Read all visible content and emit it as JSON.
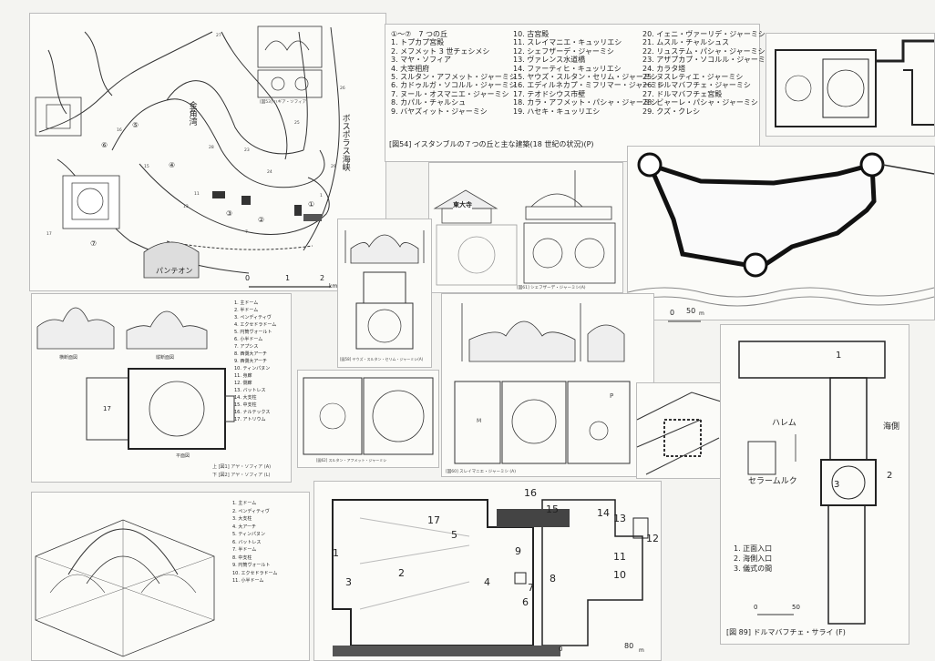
{
  "map": {
    "caption": "[図54] イスタンブルの７つの丘と主な建築(18 世紀の状況)(P)",
    "inset_caption": "[図53] ハギア・ソフィア",
    "label_golden_horn": "金角湾",
    "label_bosphorus": "ボスポラス海峡",
    "label_pantheon": "パンテオン",
    "scale": [
      "0",
      "1",
      "2",
      "km"
    ],
    "site_numbers": [
      "1",
      "2",
      "3",
      "4",
      "5",
      "6",
      "7",
      "8",
      "9",
      "10",
      "11",
      "12",
      "13",
      "14",
      "15",
      "16",
      "17",
      "18",
      "19",
      "20",
      "21",
      "22",
      "23",
      "24",
      "25",
      "26",
      "27",
      "28",
      "29"
    ],
    "hill_numbers": [
      "①",
      "②",
      "③",
      "④",
      "⑤",
      "⑥",
      "⑦"
    ]
  },
  "legend": {
    "col1": [
      "①～⑦　7 つの丘",
      "1. トプカプ宮殿",
      "2. メフメット 3 世チェシメシ",
      "3. マヤ・ソフィア",
      "4. 大宰相府",
      "5. スルタン・アフメット・ジャーミシ",
      "6. カドゥルガ・ソコルル・ジャーミシ",
      "7. ヌール・オスマニエ・ジャーミシ",
      "8. カパル・チャルシュ",
      "9. バヤズィット・ジャーミシ"
    ],
    "col2": [
      "10. 古宮殿",
      "11. スレイマニエ・キュッリエシ",
      "12. シェフザーデ・ジャーミシ",
      "13. ヴァレンス水道橋",
      "14. ファーティヒ・キュッリエシ",
      "15. ヤウズ・スルタン・セリム・ジャーミシ",
      "16. エディルネカプ・ミフリマー・ジャーミシ",
      "17. テオドシウス市壁",
      "18. カラ・アフメット・パシャ・ジャーミシ",
      "19. ハセキ・キュッリエシ"
    ],
    "col3": [
      "20. イェニ・ヴァーリデ・ジャーミシ",
      "21. ムスル・チャルシュス",
      "22. リュステム・パシャ・ジャーミシ",
      "23. アザプカプ・ソコルル・ジャーミシ",
      "24. カラタ塔",
      "25. ヌスレティエ・ジャーミシ",
      "26. ドルマバフチェ・ジャーミシ",
      "27. ドルマバフチェ宮殿",
      "28. ビャーレ・パシャ・ジャーミシ",
      "29. クズ・クレシ"
    ]
  },
  "todaiji": {
    "label": "東大寺",
    "caption": "[図61] シェフザーデ・ジャーミシ(A)"
  },
  "fortress": {
    "scale": [
      "0",
      "50",
      "m"
    ]
  },
  "hagia_sophia": {
    "list": [
      "1. 主ドーム",
      "2. 半ドーム",
      "3. ペンディティヴ",
      "4. エクセドラドーム",
      "5. 円筒ヴォールト",
      "6. 小半ドーム",
      "7. アプシス",
      "8. 西側大アーチ",
      "9. 西側大アーチ",
      "10. ティンパヌン",
      "11. 身廊",
      "12. 側廊",
      "13. バットレス",
      "14. 大支柱",
      "15. 中支柱",
      "16. ナルテックス",
      "17. アトリウム"
    ],
    "label_cross": "横断面図",
    "label_long": "縦断面図",
    "label_plan": "平面図",
    "caption_top": "上 [図1] アヤ・ソフィア (A)",
    "caption_bottom": "下 [図2] アヤ・ソフィア (L)",
    "plan_number": "17"
  },
  "yavuz": {
    "caption": "[図58] ヤウズ・スルタン・セリム・ジャーミシ(A)"
  },
  "ahmet": {
    "caption": "[図62] スルタン・アフメット・ジャーミシ"
  },
  "suleymaniye": {
    "caption": "[図60] スレイマニエ・ジャーミシ (A)",
    "plan_letters": [
      "P",
      "M"
    ]
  },
  "isometric": {
    "list": [
      "1. 主ドーム",
      "2. ペンディティヴ",
      "3. 大支柱",
      "4. 大アーチ",
      "5. ティンパヌン",
      "6. バットレス",
      "7. 半ドーム",
      "8. 中支柱",
      "9. 円筒ヴォールト",
      "10. エクセドラドーム",
      "11. 小半ドーム"
    ]
  },
  "complex": {
    "numbers": [
      "1",
      "2",
      "3",
      "4",
      "5",
      "6",
      "7",
      "8",
      "9",
      "10",
      "11",
      "12",
      "13",
      "14",
      "15",
      "16",
      "17"
    ],
    "scale": [
      "0",
      "80",
      "m"
    ]
  },
  "dolmabahce": {
    "label_harem": "ハレム",
    "label_sea": "海側",
    "label_selamlik": "セラームルク",
    "num_1": "1",
    "num_2": "2",
    "num_3": "3",
    "list": [
      "1. 正面入口",
      "2. 海側入口",
      "3. 儀式の間"
    ],
    "scale": [
      "0",
      "50"
    ],
    "caption": "[図 89] ドルマバフチェ・サライ (F)"
  }
}
